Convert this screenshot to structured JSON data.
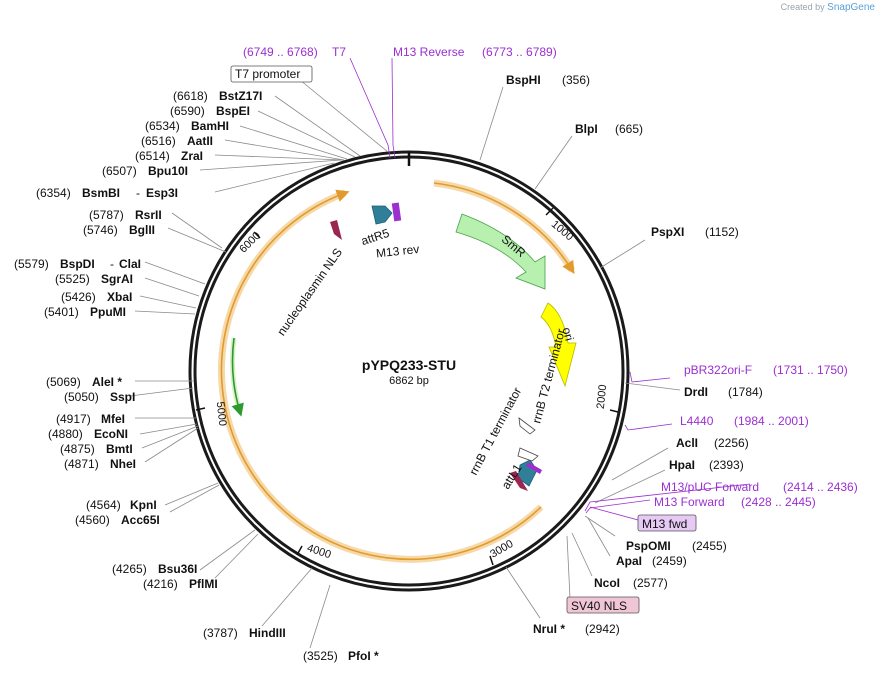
{
  "credit": {
    "prefix": "Created by",
    "brand": "SnapGene"
  },
  "plasmid": {
    "name": "pYPQ233-STU",
    "size": "6862 bp"
  },
  "ticks": [
    "1000",
    "2000",
    "3000",
    "4000",
    "5000",
    "6000"
  ],
  "enzymes": {
    "bsphi": {
      "name": "BspHI",
      "pos": "(356)"
    },
    "blpi": {
      "name": "BlpI",
      "pos": "(665)"
    },
    "pspxi": {
      "name": "PspXI",
      "pos": "(1152)"
    },
    "drdi": {
      "name": "DrdI",
      "pos": "(1784)"
    },
    "acli": {
      "name": "AclI",
      "pos": "(2256)"
    },
    "hpai": {
      "name": "HpaI",
      "pos": "(2393)"
    },
    "pspomi": {
      "name": "PspOMI",
      "pos": "(2455)"
    },
    "apai": {
      "name": "ApaI",
      "pos": "(2459)"
    },
    "ncoi": {
      "name": "NcoI",
      "pos": "(2577)"
    },
    "nrui": {
      "name": "NruI *",
      "pos": "(2942)"
    },
    "pfoi": {
      "name": "PfoI *",
      "pos": "(3525)"
    },
    "hindiii": {
      "name": "HindIII",
      "pos": "(3787)"
    },
    "bsu36i": {
      "name": "Bsu36I",
      "pos": "(4265)"
    },
    "pflmi": {
      "name": "PflMI",
      "pos": "(4216)"
    },
    "kpni": {
      "name": "KpnI",
      "pos": "(4564)"
    },
    "acc65i": {
      "name": "Acc65I",
      "pos": "(4560)"
    },
    "mfei": {
      "name": "MfeI",
      "pos": "(4917)"
    },
    "econi": {
      "name": "EcoNI",
      "pos": "(4880)"
    },
    "bmti": {
      "name": "BmtI",
      "pos": "(4875)"
    },
    "nhei": {
      "name": "NheI",
      "pos": "(4871)"
    },
    "alei": {
      "name": "AleI *",
      "pos": "(5069)"
    },
    "sspi": {
      "name": "SspI",
      "pos": "(5050)"
    },
    "bspdi": {
      "name": "BspDI",
      "sep": "-",
      "name2": "ClaI",
      "pos": "(5579)"
    },
    "sgrai": {
      "name": "SgrAI",
      "pos": "(5525)"
    },
    "xbai": {
      "name": "XbaI",
      "pos": "(5426)"
    },
    "ppumi": {
      "name": "PpuMI",
      "pos": "(5401)"
    },
    "rsrii": {
      "name": "RsrII",
      "pos": "(5787)"
    },
    "bglii": {
      "name": "BglII",
      "pos": "(5746)"
    },
    "bsmbi": {
      "name": "BsmBI",
      "sep": "-",
      "name2": "Esp3I",
      "pos": "(6354)"
    },
    "bpu10i": {
      "name": "Bpu10I",
      "pos": "(6507)"
    },
    "zrai": {
      "name": "ZraI",
      "pos": "(6514)"
    },
    "aatii": {
      "name": "AatII",
      "pos": "(6516)"
    },
    "bamhi": {
      "name": "BamHI",
      "pos": "(6534)"
    },
    "bspei": {
      "name": "BspEI",
      "pos": "(6590)"
    },
    "bstz17i": {
      "name": "BstZ17I",
      "pos": "(6618)"
    }
  },
  "primer_sites": {
    "t7": {
      "name": "T7",
      "pos": "(6749 .. 6768)"
    },
    "m13rev": {
      "name": "M13 Reverse",
      "pos": "(6773 .. 6789)"
    },
    "pbr322": {
      "name": "pBR322ori-F",
      "pos": "(1731 .. 1750)"
    },
    "l4440": {
      "name": "L4440",
      "pos": "(1984 .. 2001)"
    },
    "m13puc": {
      "name": "M13/pUC Forward",
      "pos": "(2414 .. 2436)"
    },
    "m13fwd": {
      "name": "M13 Forward",
      "pos": "(2428 .. 2445)"
    }
  },
  "boxed_labels": {
    "t7promoter": "T7 promoter",
    "m13fwd_box": "M13 fwd",
    "sv40": "SV40 NLS"
  },
  "features": {
    "smr": "SmR",
    "ori": "ori",
    "attr5": "attR5",
    "m13rev_feat": "M13 rev",
    "nucleoplasmin": "nucleoplasmin NLS",
    "rrnb_t2": "rrnB T2 terminator",
    "rrnb_t1": "rrnB T1 terminator",
    "attl1": "attL1"
  },
  "colors": {
    "backbone": "#1a1a1a",
    "highlight": "#f2c27a",
    "highlight_line": "#e39a2d",
    "smr": "#b8f0b0",
    "ori": "#ffff00",
    "primer": "#9b2fd0",
    "attr": "#2f7f99",
    "nls": "#9a2550"
  }
}
